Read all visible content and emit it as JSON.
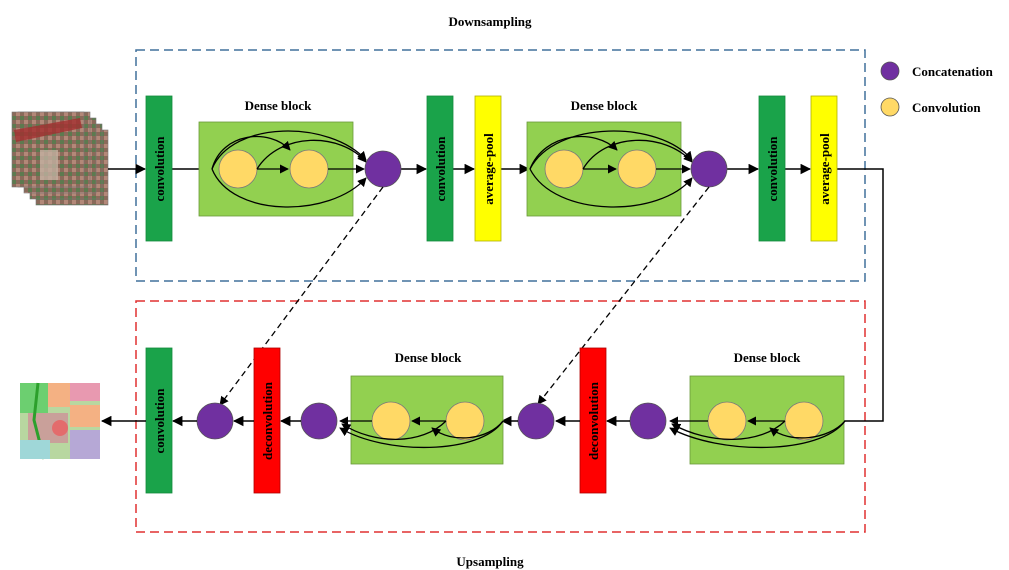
{
  "titles": {
    "downsampling": "Downsampling",
    "upsampling": "Upsampling"
  },
  "legend": {
    "concatenation": "Concatenation",
    "convolution": "Convolution"
  },
  "down": {
    "conv1": "convolution",
    "dense1": "Dense block",
    "conv2": "convolution",
    "pool2": "average-pool",
    "dense2": "Dense block",
    "conv3": "convolution",
    "pool3": "average-pool"
  },
  "up": {
    "dense1": "Dense block",
    "deconv1": "deconvolution",
    "dense2": "Dense block",
    "deconv2": "deconvolution",
    "conv": "convolution"
  },
  "colors": {
    "conv_green": "#1aa34a",
    "pool_yellow": "#ffff00",
    "deconv_red": "#ff0000",
    "dense_bg": "#92d050",
    "concat_purple": "#7030a0",
    "conv_node": "#ffd966",
    "down_border": "#41719c",
    "up_border": "#e03030"
  }
}
